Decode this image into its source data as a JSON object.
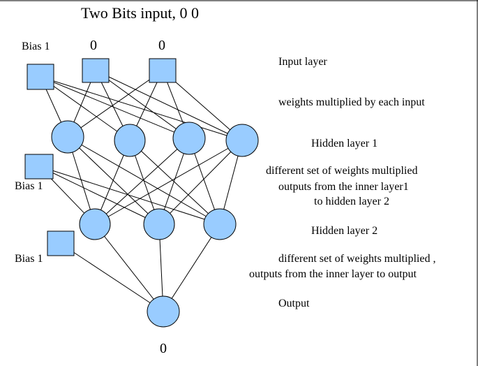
{
  "title": "Two Bits input, 0 0",
  "input_labels": {
    "bias1": "Bias 1",
    "in1": "0",
    "in2": "0"
  },
  "hidden1_bias_label": "Bias 1",
  "hidden2_bias_label": "Bias 1",
  "output_value": "0",
  "annotations": {
    "input_layer": "Input layer",
    "weights_each_input": "weights multiplied by each input",
    "hidden_layer_1": "Hidden layer 1",
    "diff_weights_1_line1": "different set of weights multiplied",
    "diff_weights_1_line2": "outputs from the inner layer1",
    "diff_weights_1_line3": "to hidden layer 2",
    "hidden_layer_2": "Hidden layer 2",
    "diff_weights_2_line1": "different set of weights multiplied ,",
    "diff_weights_2_line2": "outputs from the inner layer to output",
    "output": "Output"
  },
  "colors": {
    "node_fill": "#99ccff",
    "node_stroke": "#000000",
    "edge": "#000000",
    "frame": "#000000"
  }
}
